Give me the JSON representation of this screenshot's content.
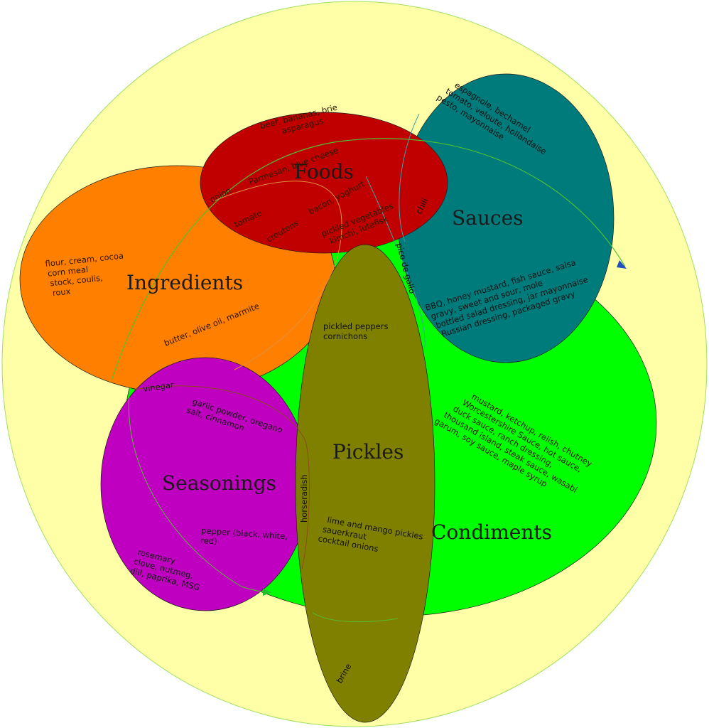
{
  "colors": {
    "background": "#ffffff",
    "outer": "#ffffa8",
    "condiments": "#00ff00",
    "ingredients": "#ff8000",
    "foods": "#c00000",
    "sauces": "#007b7b",
    "pickles": "#808000",
    "seasonings": "#c000c0",
    "connector": "#50c030"
  },
  "regions": {
    "foods": "Foods",
    "sauces": "Sauces",
    "ingredients": "Ingredients",
    "pickles": "Pickles",
    "seasonings": "Seasonings",
    "condiments": "Condiments"
  },
  "items": {
    "foods_1": "beef, bananas, brie",
    "foods_2": "asparagus",
    "foods_parmesan": "Parmesan, blue cheese",
    "foods_onion": "onion",
    "foods_tomato": "tomato",
    "foods_croutons": "croutons",
    "foods_bacon": "bacon, yoghurt",
    "foods_pickled_1": "pickled vegetables",
    "foods_pickled_2": "kimchi, lutefisk",
    "sauces_1": "espagnole, bechamel",
    "sauces_2": "tomato, veloute, hollandaise",
    "sauces_3": "pesto, mayonnaise",
    "sauces_chili": "chili",
    "sauces_pico": "pico de gallo",
    "sauces_cond_1": "BBQ, honey mustard, fish sauce, salsa",
    "sauces_cond_2": "gravy, sweet and sour, mole",
    "sauces_cond_3": "bottled salad dressing, jar mayonnaise",
    "sauces_cond_4": "Russian dressing, packaged gravy",
    "ingredients_1": "flour, cream, cocoa",
    "ingredients_2": "corn meal",
    "ingredients_3": "stock, coulis,",
    "ingredients_4": "roux",
    "ingredients_butter": "butter, olive oil, marmite",
    "pickles_peppers_1": "pickled peppers",
    "pickles_peppers_2": "cornichons",
    "pickles_lime_1": "lime and mango pickles",
    "pickles_lime_2": "sauerkraut",
    "pickles_lime_3": "cocktail onions",
    "pickles_horseradish": "horseradish",
    "pickles_brine": "brine",
    "seasonings_vinegar": "vinegar",
    "seasonings_garlic_1": "garlic powder, oregano",
    "seasonings_garlic_2": "salt, cinnamon",
    "seasonings_pepper_1": "pepper (black, white,",
    "seasonings_pepper_2": "red)",
    "seasonings_rosemary_1": "rosemary",
    "seasonings_rosemary_2": "clove, nutmeg,",
    "seasonings_rosemary_3": "dill, paprika, MSG",
    "condiments_1": "mustard, ketchup, relish, chutney",
    "condiments_2": "Worcestershire Sauce, hot sauce,",
    "condiments_3": "duck sauce, ranch dressing,",
    "condiments_4": "thousand island, steak sauce, wasabi",
    "condiments_5": "garum, soy sauce, maple syrup"
  }
}
